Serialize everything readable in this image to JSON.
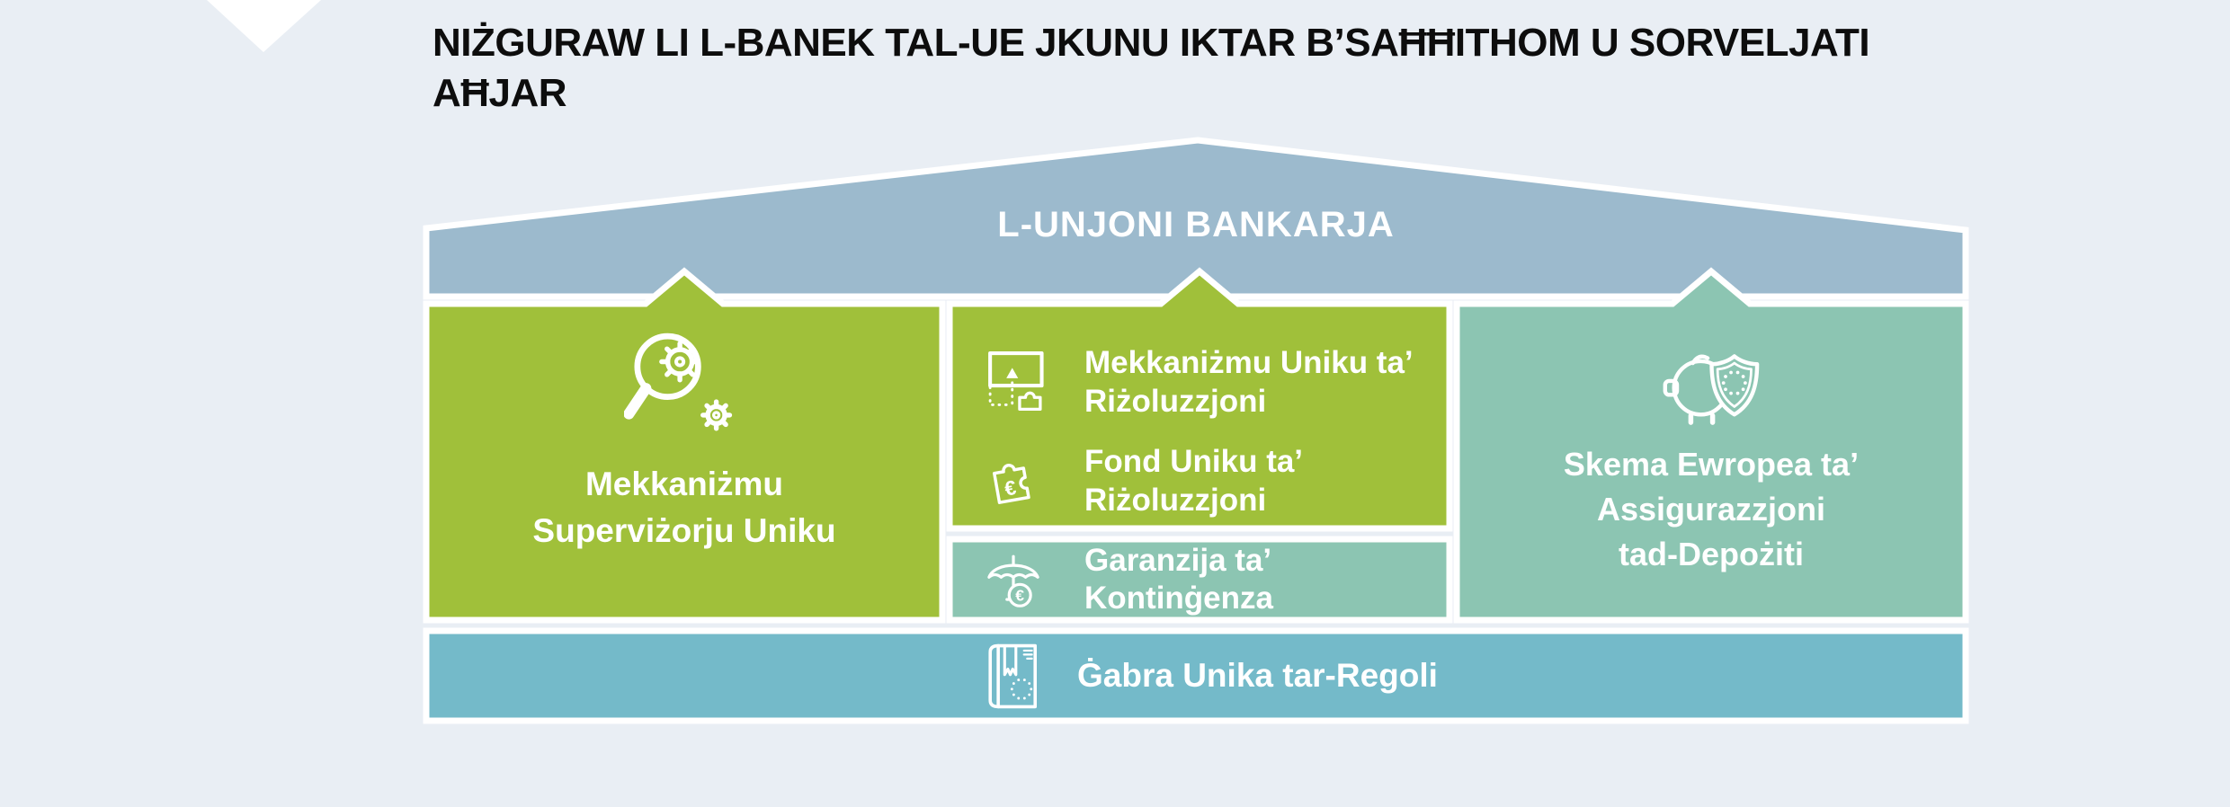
{
  "title": {
    "line1": "NIŻGURAW LI L-BANEK TAL-UE JKUNU IKTAR B’SAĦĦITHOM U SORVELJATI",
    "line2": "AĦJAR"
  },
  "diagram": {
    "roof": {
      "label": "L-UNJONI BANKARJA"
    },
    "pillar_left": {
      "icon": "magnifier-gears-icon",
      "lines": [
        "Mekkaniżmu",
        "Superviżorju Uniku"
      ]
    },
    "pillar_middle": {
      "items": [
        {
          "icon": "puzzle-transfer-icon",
          "lines": [
            "Mekkaniżmu Uniku ta’",
            "Riżoluzzjoni"
          ]
        },
        {
          "icon": "euro-puzzle-icon",
          "lines": [
            "Fond Uniku ta’",
            "Riżoluzzjoni"
          ]
        }
      ],
      "backstop": {
        "icon": "umbrella-euro-icon",
        "lines": [
          "Garanzija ta’",
          "Kontinġenza"
        ]
      }
    },
    "pillar_right": {
      "icon": "piggybank-shield-icon",
      "lines": [
        "Skema Ewropea ta’",
        "Assigurazzjoni",
        "tad-Depożiti"
      ]
    },
    "base": {
      "icon": "rulebook-icon",
      "label": "Ġabra Unika tar-Regoli"
    },
    "euro_symbol": "€"
  },
  "colors": {
    "bg": "#e9eef4",
    "roof": "#9cbacd",
    "green": "#a0c03a",
    "teal": "#8cc5b2",
    "bar": "#74bac9",
    "text_dark": "#0d0d0d",
    "white": "#ffffff"
  }
}
